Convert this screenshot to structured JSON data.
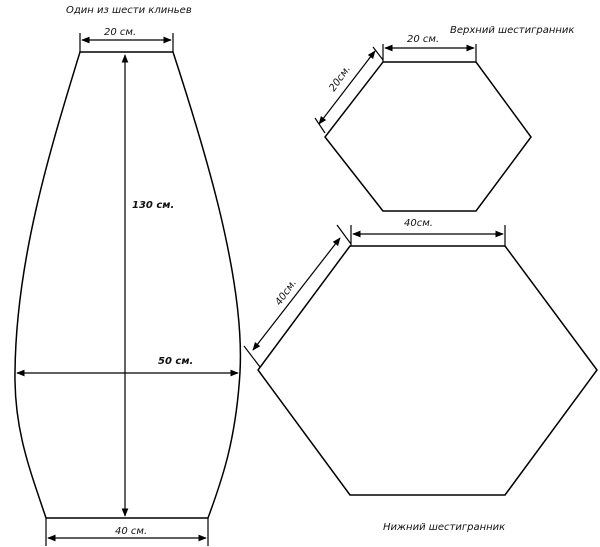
{
  "wedge": {
    "title": "Один из шести клиньев",
    "top_width": "20 см.",
    "height": "130 см.",
    "max_width": "50 см.",
    "bottom_width": "40 см."
  },
  "upper_hexagon": {
    "title": "Верхний шестигранник",
    "top_side": "20 см.",
    "slant_side": "20см."
  },
  "lower_hexagon": {
    "title": "Нижний шестигранник",
    "top_side": "40см.",
    "slant_side": "40см."
  }
}
